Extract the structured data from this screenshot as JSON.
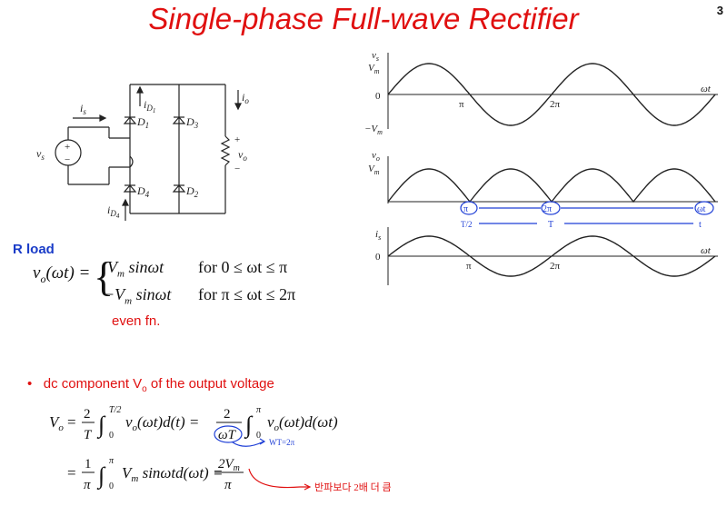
{
  "slide": {
    "title": "Single-phase Full-wave Rectifier",
    "page_number": "3",
    "section_label": "R load",
    "even_note": "even fn.",
    "bullet_text": "dc component V",
    "bullet_sub": "o",
    "bullet_tail": " of the output voltage"
  },
  "circuit": {
    "labels": {
      "is": "i",
      "is_sub": "s",
      "vs": "v",
      "vs_sub": "s",
      "iD1": "i",
      "iD1_sub": "D",
      "iD1_sub2": "1",
      "iD4": "i",
      "iD4_sub": "D",
      "iD4_sub2": "4",
      "io": "i",
      "io_sub": "o",
      "vo": "v",
      "vo_sub": "o",
      "D1": "D",
      "D1_sub": "1",
      "D2": "D",
      "D2_sub": "2",
      "D3": "D",
      "D3_sub": "3",
      "D4": "D",
      "D4_sub": "4",
      "plus": "+",
      "minus": "−"
    }
  },
  "waveforms": {
    "vs_label": "v",
    "vs_label_sub": "s",
    "vm_label": "V",
    "vm_label_sub": "m",
    "zero": "0",
    "neg_vm": "−V",
    "neg_vm_sub": "m",
    "pi": "π",
    "two_pi": "2π",
    "wt": "ωt",
    "vo_label": "v",
    "vo_label_sub": "o",
    "is_label": "i",
    "is_label_sub": "s"
  },
  "equations": {
    "vo_lhs": "v",
    "vo_lhs_sub": "o",
    "vo_lhs_arg": "(ωt) =",
    "case1_expr": "V",
    "case1_sub": "m",
    "case1_tail": " sinωt",
    "case1_cond": "for 0 ≤ ωt ≤ π",
    "case2_expr": "−V",
    "case2_sub": "m",
    "case2_tail": " sinωt",
    "case2_cond": "for π ≤ ωt ≤ 2π",
    "dc_V": "V",
    "dc_V_sub": "o",
    "eq": "=",
    "two": "2",
    "T": "T",
    "int_upper_T2": "T/2",
    "int_lower": "0",
    "int_body1": "v",
    "int_body1_sub": "o",
    "int_body1_tail": "(ωt)d(t) =",
    "omegaT": "ωT",
    "int_upper_pi": "π",
    "int_body2": "v",
    "int_body2_sub": "o",
    "int_body2_tail": "(ωt)d(ωt)",
    "one": "1",
    "pi": "π",
    "int_body3": "V",
    "int_body3_sub": "m",
    "int_body3_tail": " sinωtd(ωt) =",
    "result_num": "2V",
    "result_num_sub": "m",
    "result_den": "π"
  },
  "annotations": {
    "pi_mark": "π",
    "two_pi_mark": "2π",
    "omega_mark": "ωt",
    "half_T": "T/2",
    "T": "T",
    "t": "t",
    "wt_eq": "WT=2π",
    "korean_note": "반파보다  2배 더 큼",
    "ink_color": "#1f3fd6",
    "red_color": "#e01010"
  }
}
